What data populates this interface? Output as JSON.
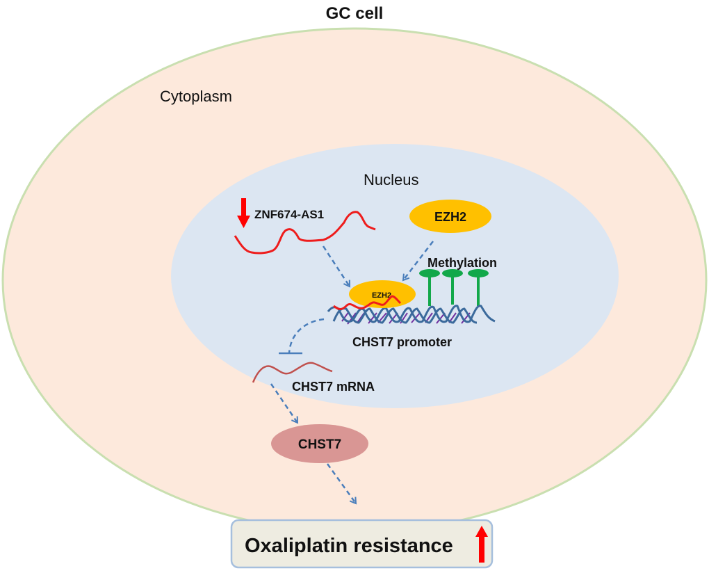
{
  "title": "GC cell",
  "labels": {
    "cytoplasm": "Cytoplasm",
    "nucleus": "Nucleus",
    "lncrna": "ZNF674-AS1",
    "ezh2_free": "EZH2",
    "ezh2_bound": "EZH2",
    "methylation": "Methylation",
    "promoter": "CHST7 promoter",
    "mrna": "CHST7 mRNA",
    "protein": "CHST7",
    "outcome": "Oxaliplatin resistance"
  },
  "indicators": {
    "lncrna": "down",
    "outcome": "up"
  },
  "colors": {
    "cytoplasm_fill": "#fde9dc",
    "cell_border": "#c9dfb0",
    "nucleus_fill": "#dce6f2",
    "lncrna": "#ee1c1c",
    "ezh2": "#ffc000",
    "methyl": "#12a84a",
    "dna_backbone": "#3b6a9c",
    "dna_rungs": "#7030a0",
    "mrna": "#c0504d",
    "protein": "#d99694",
    "arrow": "#4a7ebb",
    "outcome_fill": "#eeece1",
    "outcome_border": "#a6bfdd",
    "indicator": "#ff0000"
  }
}
